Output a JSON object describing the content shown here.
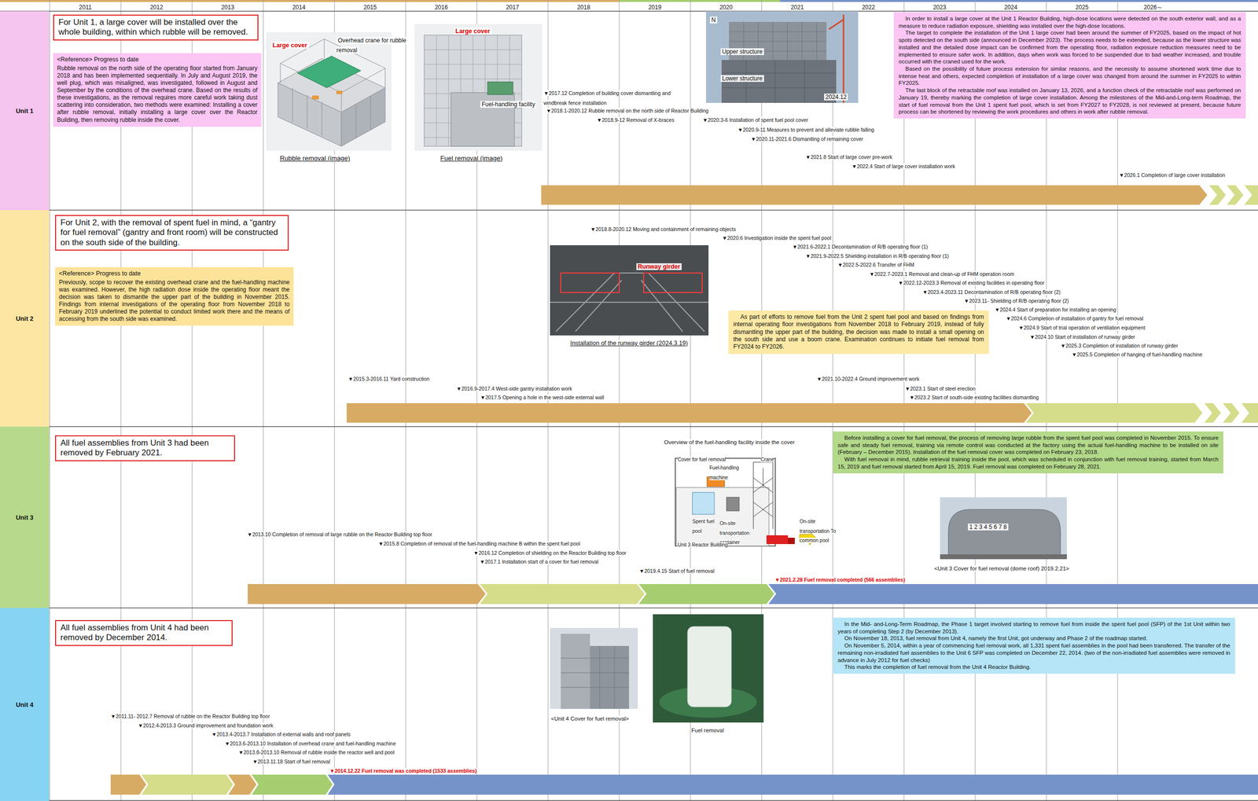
{
  "diagram": {
    "nodes": [
      {
        "text": [
          "Unit 1"
        ]
      },
      {
        "text": [
          "For Unit 1, a large cover will be installed over the whole building, within which rubble will be removed."
        ],
        "in": 0
      },
      {
        "text": [
          "<Reference> Progress to date",
          "Rubble removal on the north side of the operating floor started from January 2018 and has been implemented sequentially. In July and August 2019, the well plug, which was misaligned, was investigated, followed in August and September by the conditions of the overhead crane. Based on the results of these investigations, as the removal requires more careful work taking dust scattering into consideration, two methods were examined: Installing a cover after rubble removal, initially installing a large cover over the Reactor Building, then removing rubble inside the cover."
        ],
        "in": 0
      },
      {
        "text": [
          "In order to install a large cover at the Unit 1 Reactor Building, high-dose locations were detected on the south exterior wall, and as a measure to reduce radiation exposure, shielding was installed over the high-dose locations.",
          "The target to complete the installation of the Unit 1 large cover had been around the summer of FY2025, based on the impact of hot spots detected on the south side (announced in December 2023). The process needs to be extended, because as the lower structure was installed and the detailed dose impact can be confirmed from the operating floor, radiation exposure reduction measures need to be implemented to ensure safer work. In addition, days when work was forced to be suspended due to bad weather increased, and trouble occurred with the craned used for the work.",
          "Based on the possibility of future process extension for similar reasons, and the necessity to assume shortened work time due to intense heat and others, expected completion of installation of a large cover was changed from around the summer in FY2025 to within FY2025.",
          "The last block of the retractable roof was installed on January 13, 2026, and a function check of the retractable roof was performed on January 19, thereby marking the completion of large cover installation. Among the milestones of the Mid-and-Long-term Roadmap, the start of fuel removal from the Unit 1 spent fuel pool, which is set from FY2027 to FY2028, is not reviewed at present, because future process can be shortened by reviewing the work procedures and others in work after rubble removal."
        ],
        "in": 0
      },
      {
        "text": [
          "Unit 2"
        ]
      },
      {
        "text": [
          "For Unit 2, with the removal of spent fuel in mind, a “gantry for fuel removal” (gantry and front room) will be constructed on the south side of the building."
        ],
        "in": 4
      },
      {
        "text": [
          "<Reference> Progress to date",
          "Previously, scope to recover the existing overhead crane and the fuel-handling machine was examined. However, the high radiation dose inside the operating floor meant the decision was taken to dismantle the upper part of the building in November 2015. Findings from internal investigations of the operating floor from November 2018 to February 2019 underlined the potential to conduct limited work there and the means of accessing from the south side was examined."
        ],
        "in": 4
      },
      {
        "text": [
          "As part of efforts to remove fuel from the Unit 2 spent fuel pool and based on findings from internal operating floor investigations from November 2018 to February 2019, instead of fully dismantling the upper part of the building, the decision was made to install a small opening on the south side and use a boom crane. Examination continues to initiate fuel removal from FY2024 to FY2026."
        ],
        "in": 4
      },
      {
        "text": [
          "Unit 3"
        ]
      },
      {
        "text": [
          "All fuel assemblies from Unit 3 had been removed by February 2021."
        ],
        "in": 8
      },
      {
        "text": [
          "Before installing a cover for fuel removal, the process of removing large rubble from the spent fuel pool was completed in November 2015. To ensure safe and steady fuel removal, training via remote control was conducted at the factory using the actual fuel-handling machine to be installed on site (February – December 2015). Installation of the fuel removal cover was completed on February 23, 2018.",
          "With fuel removal in mind, rubble retrieval training inside the pool, which was scheduled in conjunction with fuel removal training, started from March 15, 2019 and fuel removal started from April 15, 2019. Fuel removal was completed on February 28, 2021."
        ],
        "in": 8
      },
      {
        "text": [
          "Unit 4"
        ]
      },
      {
        "text": [
          "All fuel assemblies from Unit 4 had been removed by December 2014."
        ],
        "in": 11
      },
      {
        "text": [
          "In the Mid- and-Long-Term Roadmap, the Phase 1 target involved starting to remove fuel from inside the spent fuel pool (SFP) of the 1st Unit within two years of completing Step 2 (by December 2013).",
          "On November 18, 2013, fuel removal from Unit 4, namely the first Unit, got underway and Phase 2 of the roadmap started.",
          "On November 5, 2014, within a year of commencing fuel removal work, all 1,331 spent fuel assemblies in the pool had been transferred. The transfer of the remaining non-irradiated fuel assemblies to the Unit 6 SFP was completed on December 22, 2014. (two of the non-irradiated fuel assemblies were removed in advance in July 2012 for fuel checks)",
          "This marks the completion of fuel removal from the Unit 4 Reactor Building."
        ],
        "in": 11
      }
    ],
    "labels": [
      "2011",
      "2012",
      "2013",
      "2014",
      "2015",
      "2016",
      "2017",
      "2018",
      "2019",
      "2020",
      "2021",
      "2022",
      "2023",
      "2024",
      "2025",
      "2026～",
      "Large cover",
      "Overhead crane for rubble removal",
      "Rubble removal (image)",
      "Large cover",
      "Fuel-handling facility",
      "Fuel removal (image)",
      "N",
      "Upper structure",
      "Lower structure",
      "2024.12",
      "▼2017.12 Completion of building cover dismantling and windbreak fence installation",
      "▼2018.1-2020.12 Rubble removal on the north side of Reactor Building",
      "▼2018.9-12 Removal of X-braces",
      "▼2020.3-6 Installation of spent fuel pool cover",
      "▼2020.9-11 Measures to prevent and alleviate rubble falling",
      "▼2020.11-2021.6 Dismantling of remaining cover",
      "▼2021.8 Start of large cover pre-work",
      "▼2022.4 Start of large cover installation work",
      "▼2026.1 Completion of large cover installation",
      "▼2018.8-2020.12 Moving and containment of remaining objects",
      "▼2020.6 Investigation inside the spent fuel pool",
      "▼2021.6-2022.1 Decontamination of R/B operating floor (1)",
      "▼2021.9-2022.5 Shielding installation in R/B operating floor (1)",
      "▼2022.5-2022.6 Transfer of FHM",
      "▼2022.7-2023.1 Removal and clean-up of FHM operation room",
      "▼2022.12-2023.3 Removal of existing facilities in operating floor",
      "▼2023.4-2023.11 Decontamination of R/B operating floor (2)",
      "▼2023.11- Shielding of R/B operating floor (2)",
      "▼2024.4 Start of preparation for installing an opening",
      "▼2024.6 Completion of installation of gantry for fuel removal",
      "▼2024.9 Start of trial operation of ventilation equipment",
      "▼2024.10 Start of installation of runway girder",
      "▼2025.3 Completion of installation of runway girder",
      "▼2025.5 Completion of hanging of fuel-handling machine",
      "▼2015.3-2016.11 Yard construction",
      "▼2016.9-2017.4 West-side gantry installation work",
      "▼2017.5 Opening a hole in the west-side external wall",
      "▼2021.10-2022.4 Ground improvement work",
      "▼2023.1 Start of steel erection",
      "▼2023.2 Start of south-side existing facilities dismantling",
      "Runway girder",
      "Installation of the runway girder (2024.3.19)",
      "Overview of the fuel-handling facility inside the cover",
      "Cover for fuel removal",
      "Fuel-handling machine",
      "Crane",
      "Spent fuel pool",
      "On-site transportation container",
      "Unit 3 Reactor Building",
      "On-site transportation To common pool",
      "1 2 3 4 5 6 7 8",
      "<Unit 3 Cover for fuel removal (dome roof) 2019.2.21>",
      "▼2013.10 Completion of removal of large rubble on the Reactor Building top floor",
      "▼2015.8 Completion of removal of the fuel-handling machine B within the spent fuel pool",
      "▼2016.12 Completion of shielding on the Reactor Building top floor",
      "▼2017.1 Installation start of a cover for fuel removal",
      "▼2019.4.15 Start of fuel removal",
      "▼2021.2.28 Fuel removal completed (566 assemblies)",
      "<Unit 4 Cover for fuel removal>",
      "Fuel removal",
      "▼2011.11- 2012.7 Removal of rubble on the Reactor Building top floor",
      "▼2012.4-2013.3 Ground improvement and foundation work",
      "▼2013.4-2013.7 Installation of external walls and roof panels",
      "▼2013.6-2013.10 Installation of overhead crane and fuel-handling machine",
      "▼2013.8-2013.10 Removal of rubble inside the reactor well and pool",
      "▼2013.11.18 Start of fuel removal",
      "▼2014.12.22 Fuel removal was completed (1533 assemblies)"
    ]
  }
}
